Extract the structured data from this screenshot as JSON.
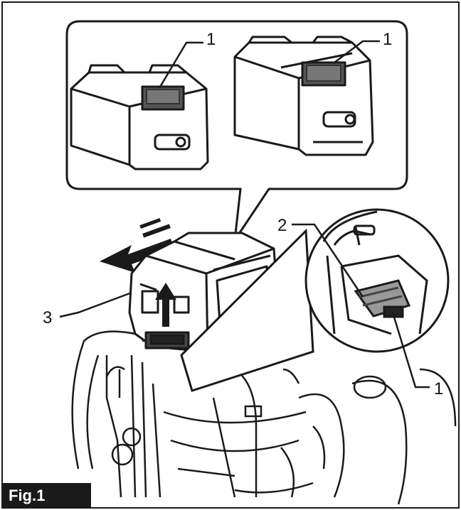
{
  "figure_label": "Fig.1",
  "callouts": {
    "battery_small_button": "1",
    "battery_large_button": "1",
    "detail_button": "1",
    "detail_slot": "2",
    "tool_battery": "3"
  },
  "colors": {
    "line": "#1a1a1a",
    "background": "#ffffff",
    "badge": "#1a1a1a"
  },
  "icons": [
    "battery-pack-small",
    "battery-pack-large",
    "slide-arrow-icon",
    "up-arrow-icon",
    "magnify-circle",
    "tool-body"
  ]
}
